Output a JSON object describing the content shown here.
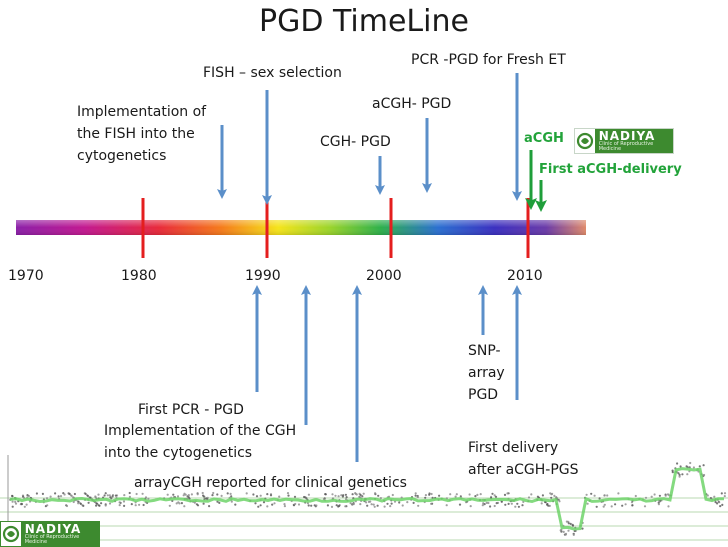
{
  "title": "PGD TimeLine",
  "colors": {
    "arrow_blue": "#5b8fc9",
    "arrow_green": "#1f9e3a",
    "tick_red": "#e41e1e",
    "text_green": "#22a33a",
    "text_dark": "#1a1a1a"
  },
  "years": [
    "1970",
    "1980",
    "1990",
    "2000",
    "2010"
  ],
  "annotations_top": [
    {
      "id": "fish-cytogenetics",
      "lines": [
        "Implementation of",
        "the FISH into the",
        "cytogenetics"
      ]
    },
    {
      "id": "fish-sex",
      "lines": [
        "FISH – sex selection"
      ]
    },
    {
      "id": "cgh-pgd",
      "lines": [
        "CGH- PGD"
      ]
    },
    {
      "id": "acgh-pgd",
      "lines": [
        "aCGH- PGD"
      ]
    },
    {
      "id": "pcr-fresh",
      "lines": [
        "PCR -PGD for Fresh ET"
      ]
    },
    {
      "id": "acgh",
      "lines": [
        "aCGH"
      ]
    },
    {
      "id": "first-acgh-delivery",
      "lines": [
        "First aCGH-delivery"
      ]
    }
  ],
  "annotations_bottom": [
    {
      "id": "first-pcr",
      "lines": [
        "First PCR - PGD"
      ]
    },
    {
      "id": "cgh-cytogenetics",
      "lines": [
        "Implementation of the CGH",
        "into the cytogenetics"
      ]
    },
    {
      "id": "arraycgh-clinical",
      "lines": [
        "arrayCGH  reported for  clinical genetics"
      ]
    },
    {
      "id": "snp-array",
      "lines": [
        "SNP-",
        "array",
        "PGD"
      ]
    },
    {
      "id": "first-delivery",
      "lines": [
        "First delivery",
        "after aCGH-PGS"
      ]
    }
  ],
  "logo_top": {
    "name": "NADIYA",
    "subtitle": "Clinic of Reproductive Medicine"
  },
  "logo_bottom": {
    "name": "NADIYA",
    "subtitle": "Clinic of Reproductive Medicine"
  }
}
